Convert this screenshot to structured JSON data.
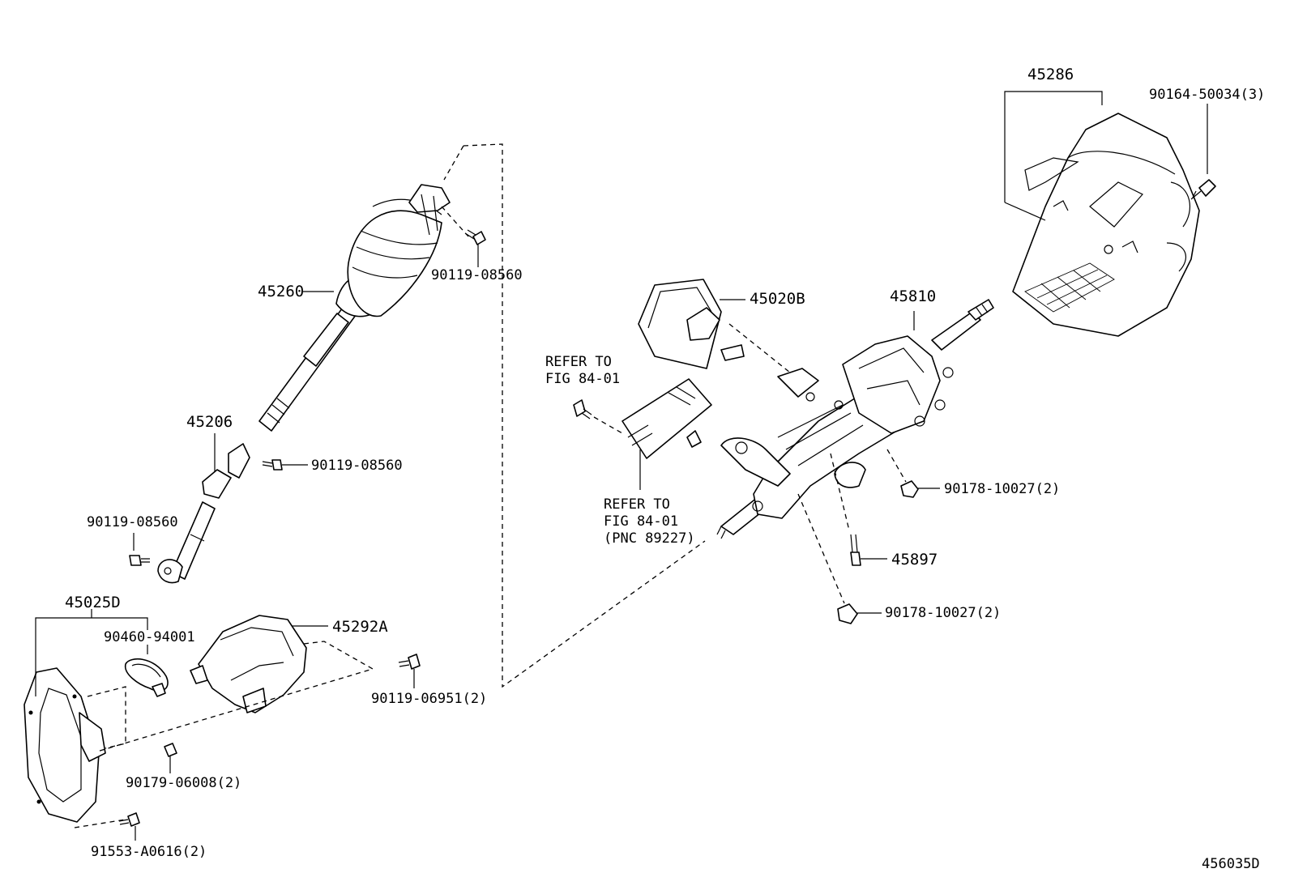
{
  "labels": {
    "p45286": "45286",
    "p90164": "90164-50034(3)",
    "p45260": "45260",
    "p90119_top": "90119-08560",
    "p45020B": "45020B",
    "p45810": "45810",
    "refer1_line1": "REFER TO",
    "refer1_line2": "FIG 84-01",
    "p45206": "45206",
    "p90119_mid": "90119-08560",
    "p90119_left": "90119-08560",
    "refer2_line1": "REFER TO",
    "refer2_line2": "FIG 84-01",
    "refer2_line3": "(PNC 89227)",
    "p90178_a": "90178-10027(2)",
    "p45897": "45897",
    "p90178_b": "90178-10027(2)",
    "p45025D": "45025D",
    "p90460": "90460-94001",
    "p45292A": "45292A",
    "p90119_06951": "90119-06951(2)",
    "p90179": "90179-06008(2)",
    "p91553": "91553-A0616(2)",
    "diagram_code": "456035D"
  }
}
